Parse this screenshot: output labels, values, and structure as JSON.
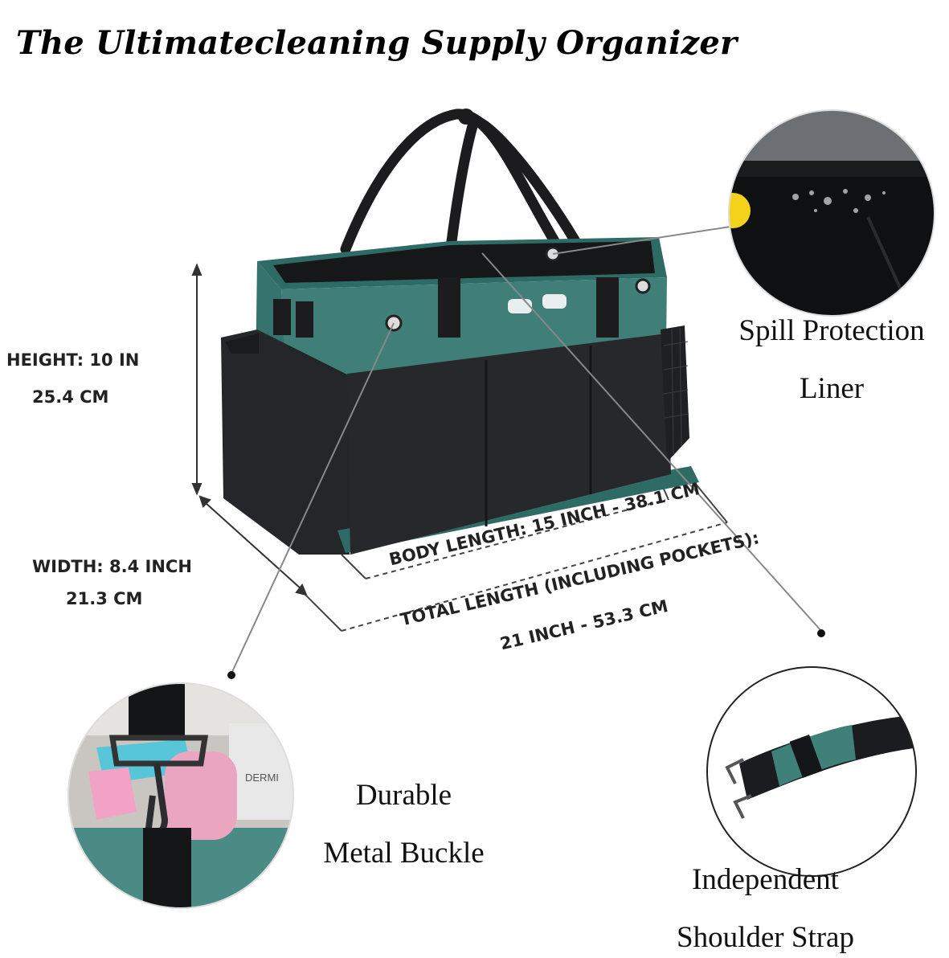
{
  "title": "The Ultimatecleaning Supply Organizer",
  "dimensions": {
    "height_line1": "HEIGHT: 10 IN",
    "height_line2": "25.4 CM",
    "width_line1": "WIDTH: 8.4 INCH",
    "width_line2": "21.3 CM",
    "body_length": "BODY LENGTH:  15 INCH - 38.1 CM",
    "total_length_line1": "TOTAL LENGTH (INCLUDING POCKETS):",
    "total_length_line2": "21 INCH - 53.3 CM"
  },
  "features": {
    "spill_line1": "Spill Protection",
    "spill_line2": "Liner",
    "buckle_line1": "Durable",
    "buckle_line2": "Metal Buckle",
    "strap_line1": "Independent",
    "strap_line2": "Shoulder Strap"
  },
  "inset_product_text": "DERMI",
  "colors": {
    "teal": "#3d7a74",
    "teal_light": "#4e8e87",
    "black_fabric": "#1e1f22",
    "background": "#ffffff"
  }
}
